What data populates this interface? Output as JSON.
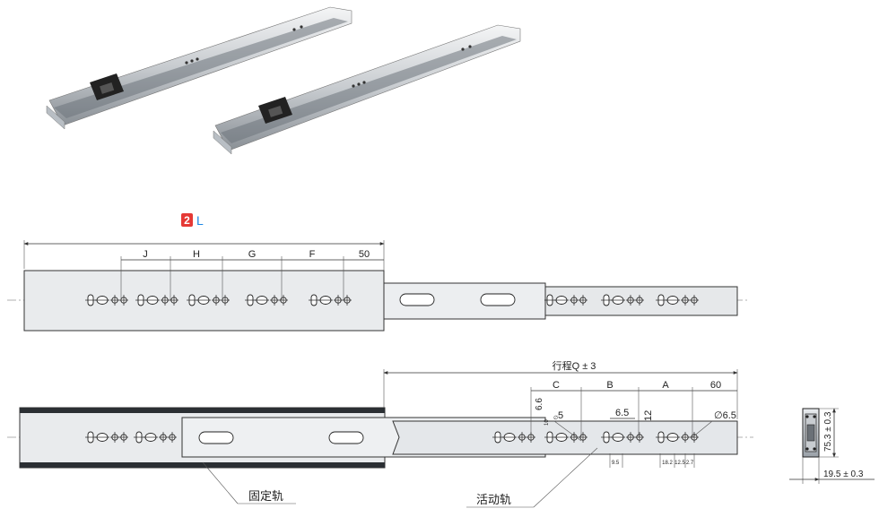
{
  "badge": {
    "number": "2",
    "letter": "L",
    "badge_color": "#e53935",
    "letter_color": "#1e88e5"
  },
  "top_view": {
    "dims": {
      "j": "J",
      "h": "H",
      "g": "G",
      "f": "F",
      "end": "50"
    }
  },
  "bottom_view": {
    "stroke_label": "行程Q ± 3",
    "dims": {
      "c": "C",
      "b": "B",
      "a": "A",
      "end": "60",
      "hole_small": "5",
      "hole_small_prefix": "∅",
      "hole_pitch": "6.5",
      "height": "12",
      "hole_large": "∅6.5",
      "thickness": "6.6"
    },
    "small_dims": {
      "s1": "9.5",
      "s2": "18.2",
      "s3": "12.5",
      "s4": "2.7",
      "s5": "10"
    },
    "callouts": {
      "fixed": "固定轨",
      "moving": "活动轨"
    }
  },
  "side_view": {
    "height": "75.3 ± 0.3",
    "width": "19.5 ± 0.3"
  }
}
